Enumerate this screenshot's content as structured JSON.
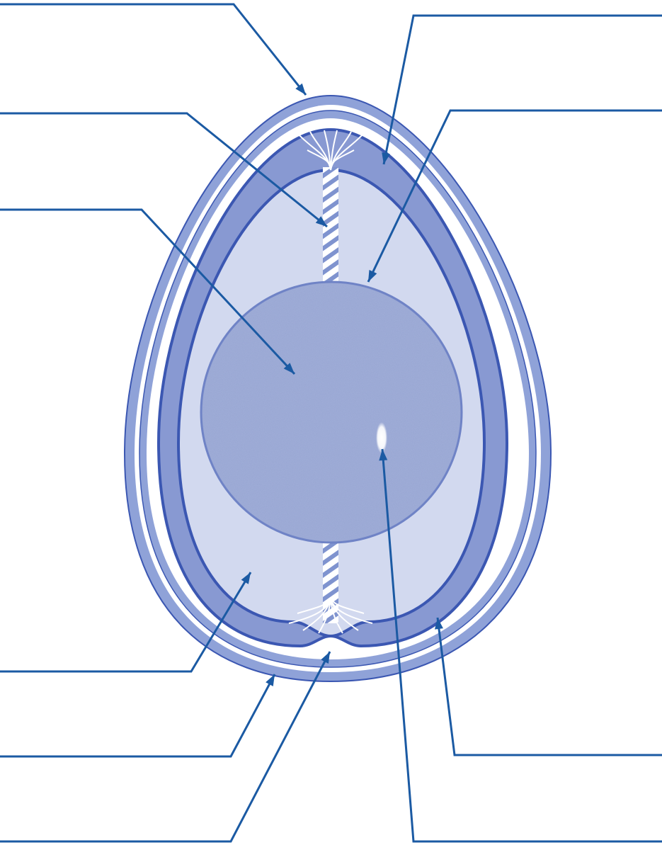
{
  "figure": {
    "kind": "egg-cross-section",
    "colors": {
      "outer_shell": "#8fa2d8",
      "outline": "#3b57b2",
      "air_cell": "#8899d2",
      "albumen": "#d2d9ef",
      "yolk": "#98a6d3",
      "yolk_border": "#6f83c6",
      "leader_line": "#1b5aa3",
      "chalaza": "#b5c0e3",
      "blastodisc": "#ffffff"
    },
    "callouts": [
      {
        "id": "shell",
        "label": ""
      },
      {
        "id": "chalaza-upper",
        "label": ""
      },
      {
        "id": "yolk",
        "label": ""
      },
      {
        "id": "albumen",
        "label": ""
      },
      {
        "id": "outer-shell-membrane",
        "label": ""
      },
      {
        "id": "air-cell",
        "label": ""
      },
      {
        "id": "air-cell-upper",
        "label": ""
      },
      {
        "id": "vitelline-membrane",
        "label": ""
      },
      {
        "id": "inner-shell-membrane",
        "label": ""
      },
      {
        "id": "blastodisc",
        "label": ""
      }
    ]
  }
}
